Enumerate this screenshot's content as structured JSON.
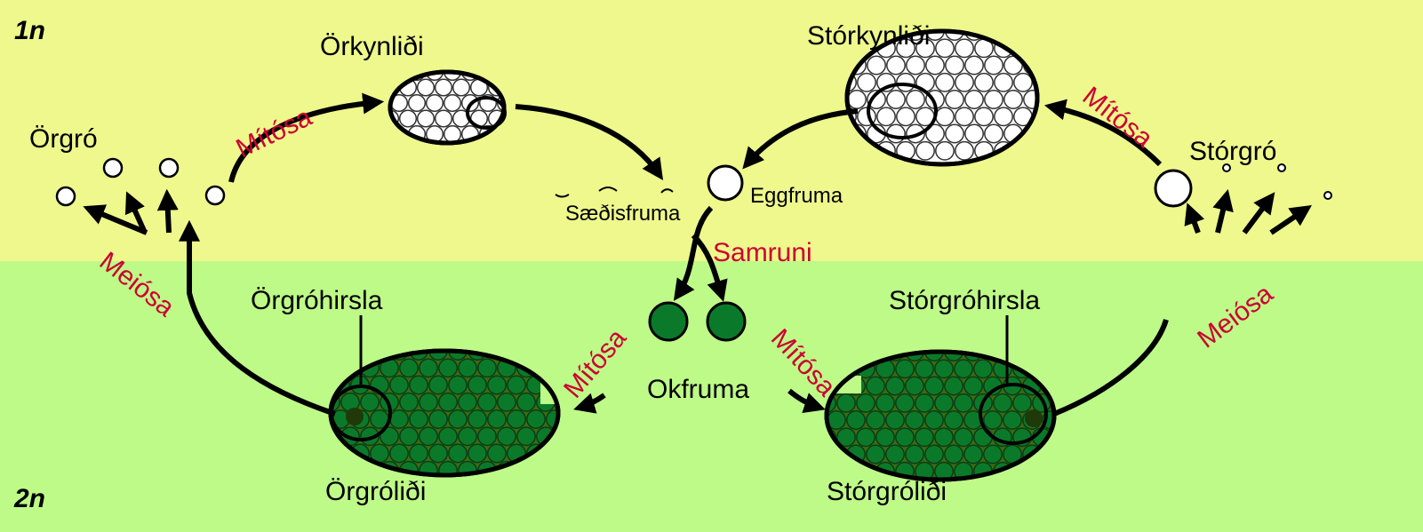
{
  "ploidy": {
    "haploid": "1n",
    "diploid": "2n"
  },
  "labels": {
    "microgametophyte": "Örkynliði",
    "megagametophyte": "Stórkynliði",
    "microspores": "Örgró",
    "megaspores": "Stórgró",
    "sperm": "Sæðisfruma",
    "egg": "Eggfruma",
    "microsporangium": "Örgróhirsla",
    "megasporangium": "Stórgróhirsla",
    "zygote": "Okfruma",
    "microsporophyte": "Örgróliði",
    "megasporophyte": "Stórgróliði"
  },
  "processes": {
    "mitosis_left": "Mítósa",
    "mitosis_right": "Mítósa",
    "meiosis_left": "Meiósa",
    "meiosis_right": "Meiósa",
    "fusion": "Samruni",
    "mitosis_bottom_left": "Mítósa",
    "mitosis_bottom_right": "Mítósa"
  },
  "colors": {
    "haploid_band": "#EEF88C",
    "diploid_band": "#BEFA88",
    "process_text": "#CC0033",
    "diploid_cell": "#0A7A2A",
    "sporangium_fill": "#3E6B10"
  }
}
